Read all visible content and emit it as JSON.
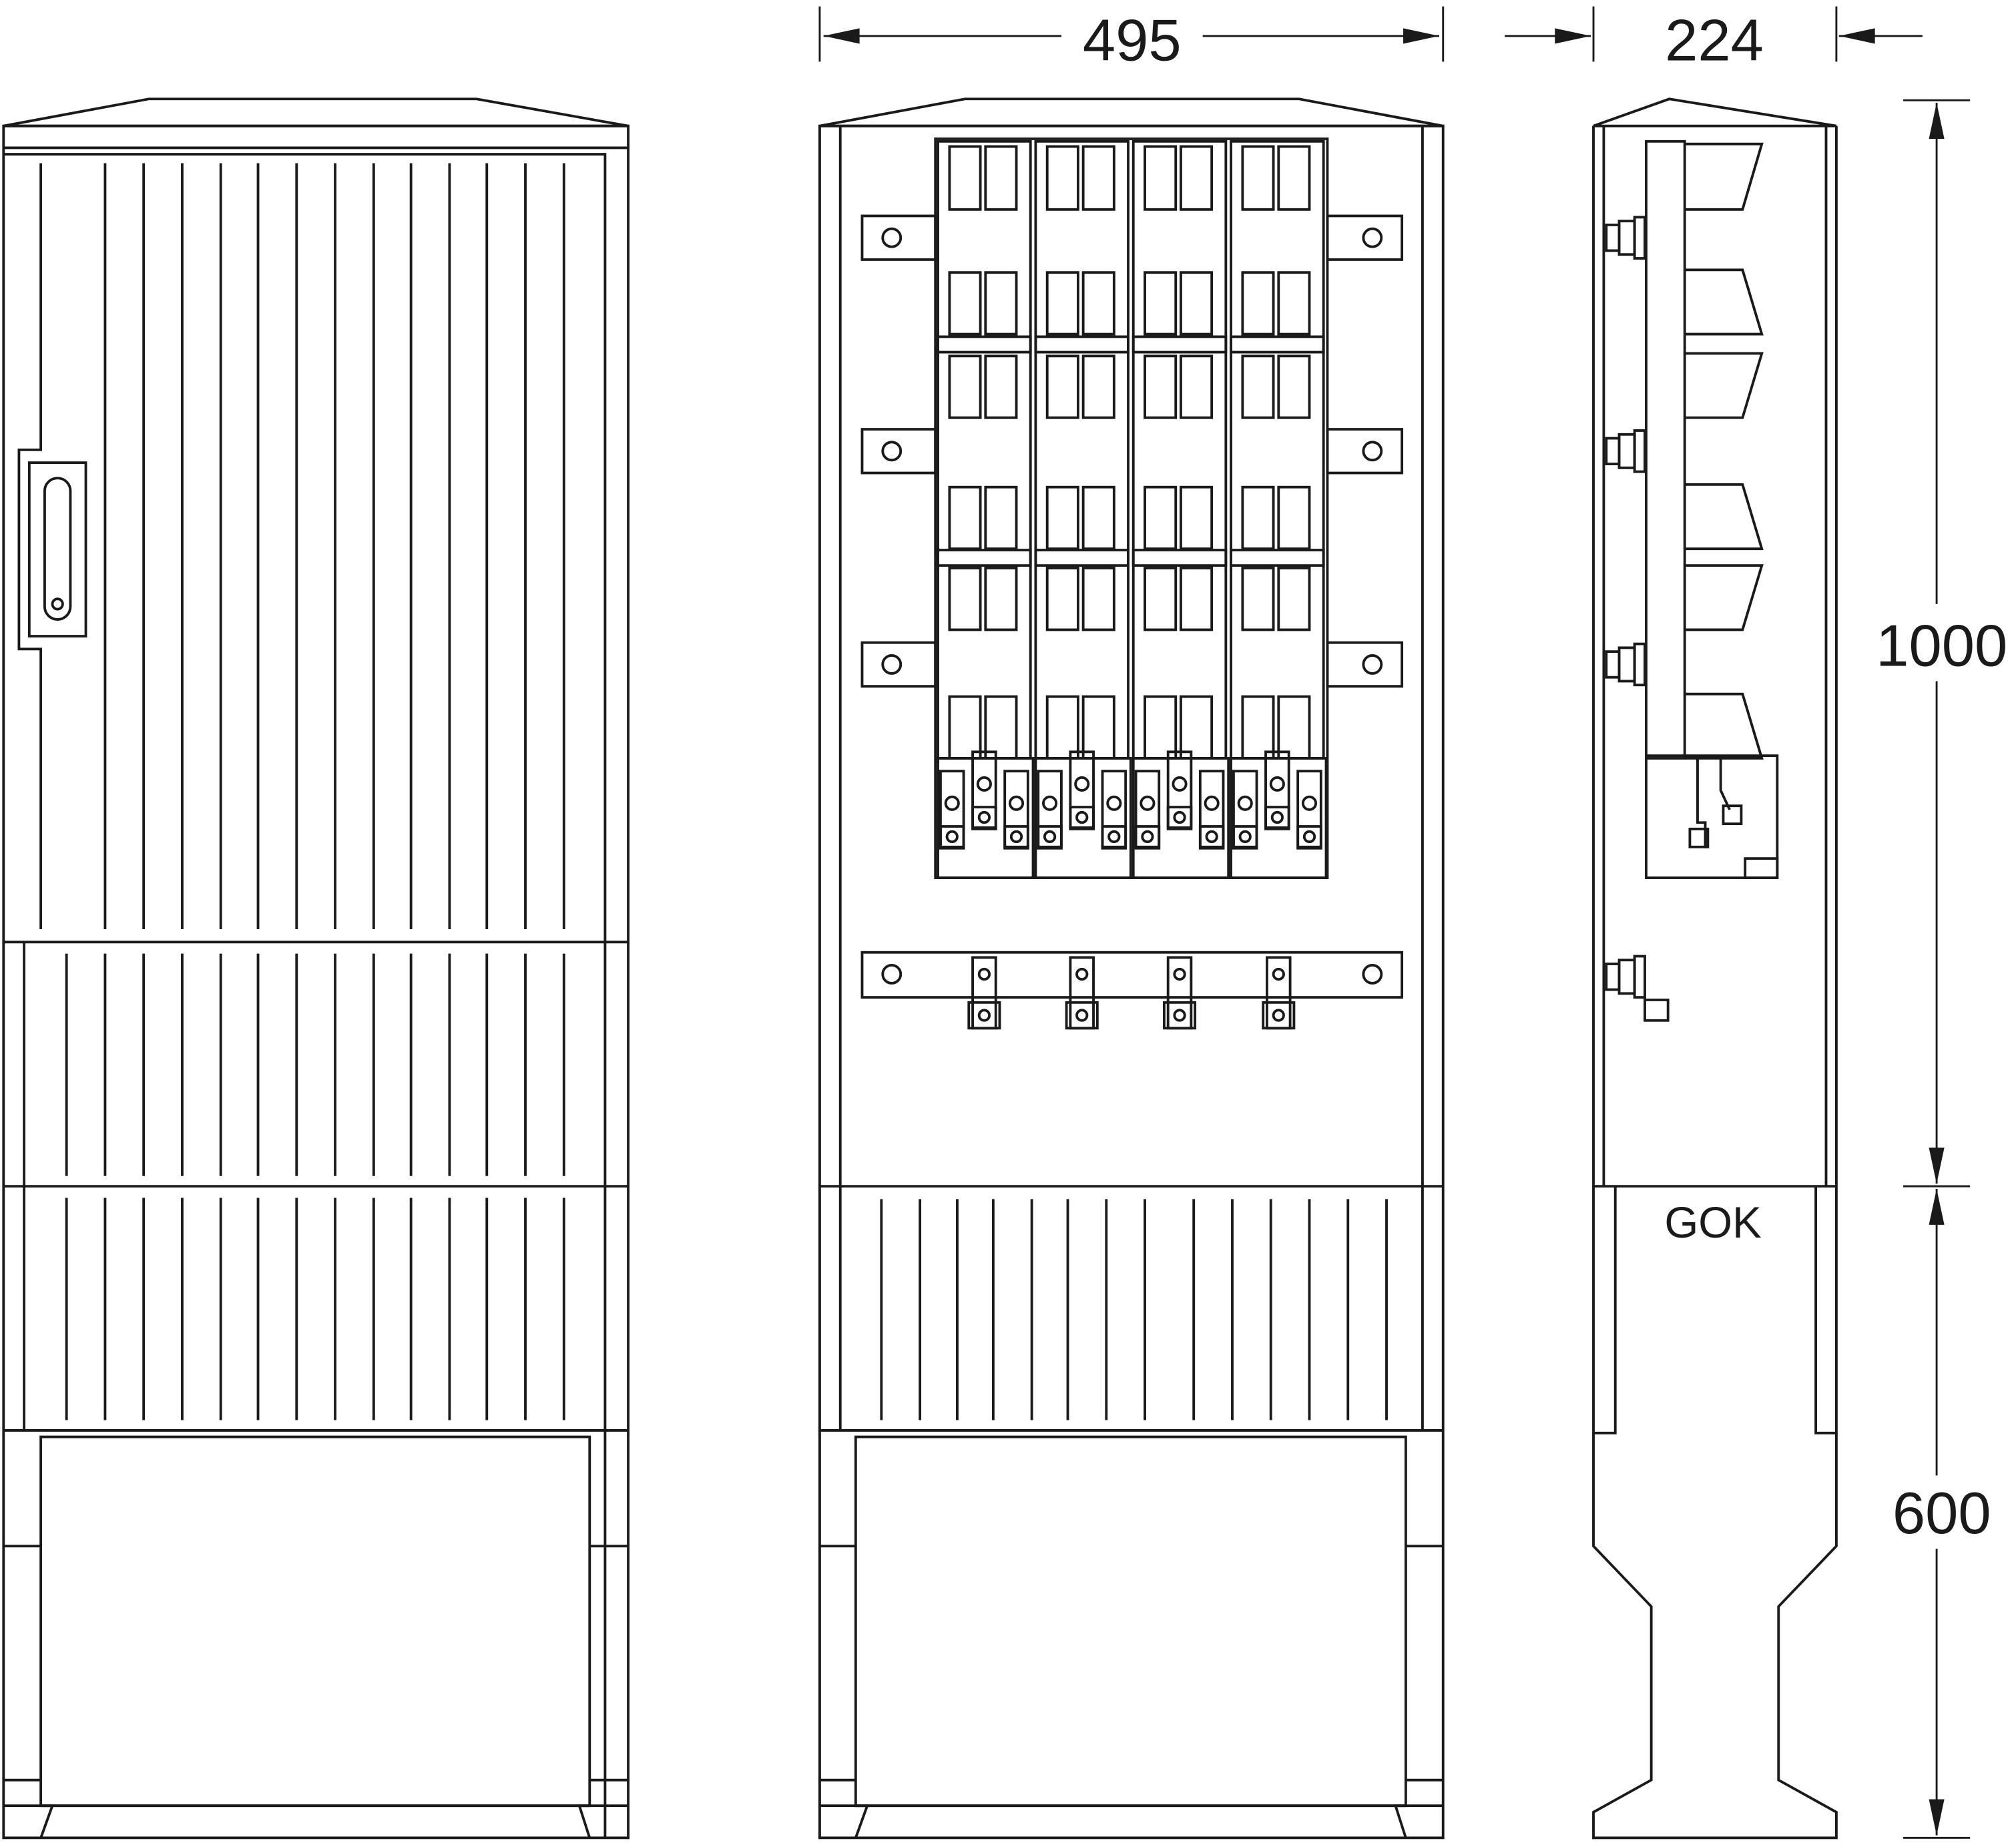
{
  "drawing": {
    "dimensions": {
      "width": "495",
      "depth": "224",
      "height_above_ground": "1000",
      "height_below_ground": "600"
    },
    "ground_label": "GOK",
    "colors": {
      "line": "#1a1a1a",
      "background": "#ffffff"
    }
  }
}
